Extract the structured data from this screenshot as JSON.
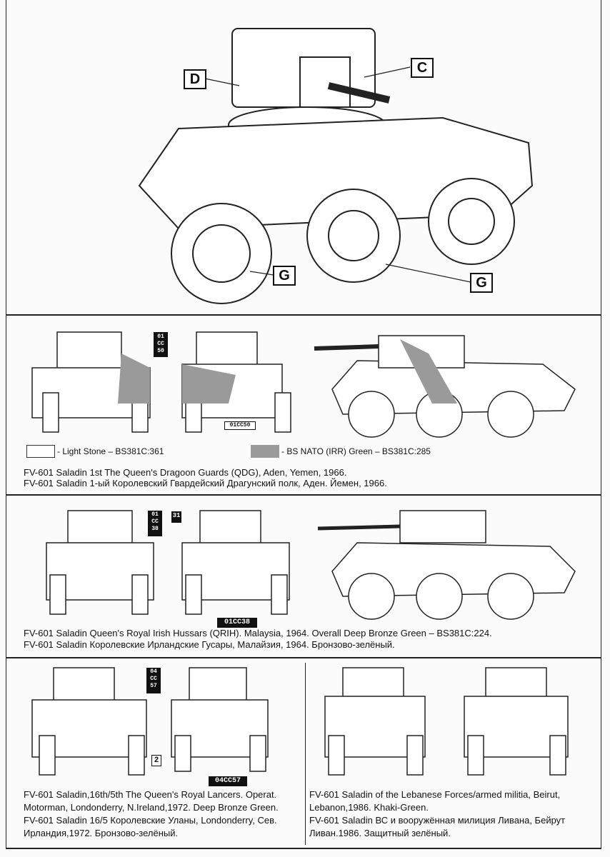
{
  "callouts": {
    "d": "D",
    "c": "C",
    "g1": "G",
    "g2": "G"
  },
  "legend": {
    "light_stone": "- Light Stone – BS381C:361",
    "nato_green": "-  BS NATO (IRR) Green – BS381C:285",
    "colors": {
      "light_stone": "#ffffff",
      "nato_green": "#9a9a9a"
    }
  },
  "scheme1": {
    "plate_front": "01 CC 50",
    "plate_rear": "01CC50",
    "en": "FV-601 Saladin 1st The Queen's Dragoon Guards (QDG), Aden, Yemen, 1966.",
    "ru": "FV-601 Saladin 1-ый Королевский Гвардейский Драгунский полк, Аден. Йемен, 1966."
  },
  "scheme2": {
    "plate_front": "01 CC 38",
    "plate_rear": "01CC38",
    "tactical": "31",
    "en": "FV-601 Saladin Queen's Royal Irish Hussars (QRIH). Malaysia, 1964. Overall Deep Bronze Green – BS381C:224.",
    "ru": "FV-601 Saladin Королевские Ирландские Гусары, Малайзия, 1964. Бронзово-зелёный."
  },
  "scheme3": {
    "plate_front": "04 CC 57",
    "plate_rear": "04CC57",
    "tactical": "2",
    "en": "FV-601 Saladin,16th/5th The Queen's Royal Lancers. Operat. Motorman, Londonderry, N.Ireland,1972. Deep Bronze Green.",
    "ru": "FV-601 Saladin 16/5 Королевские Уланы, Londonderry, Сев. Ирландия,1972. Бронзово-зелёный."
  },
  "scheme4": {
    "en": "FV-601 Saladin of the Lebanese Forces/armed militia, Beirut, Lebanon,1986. Khaki-Green.",
    "ru": "FV-601 Saladin ВС и вооружённая милиция Ливана, Бейрут Ливан.1986. Защитный зелёный."
  }
}
